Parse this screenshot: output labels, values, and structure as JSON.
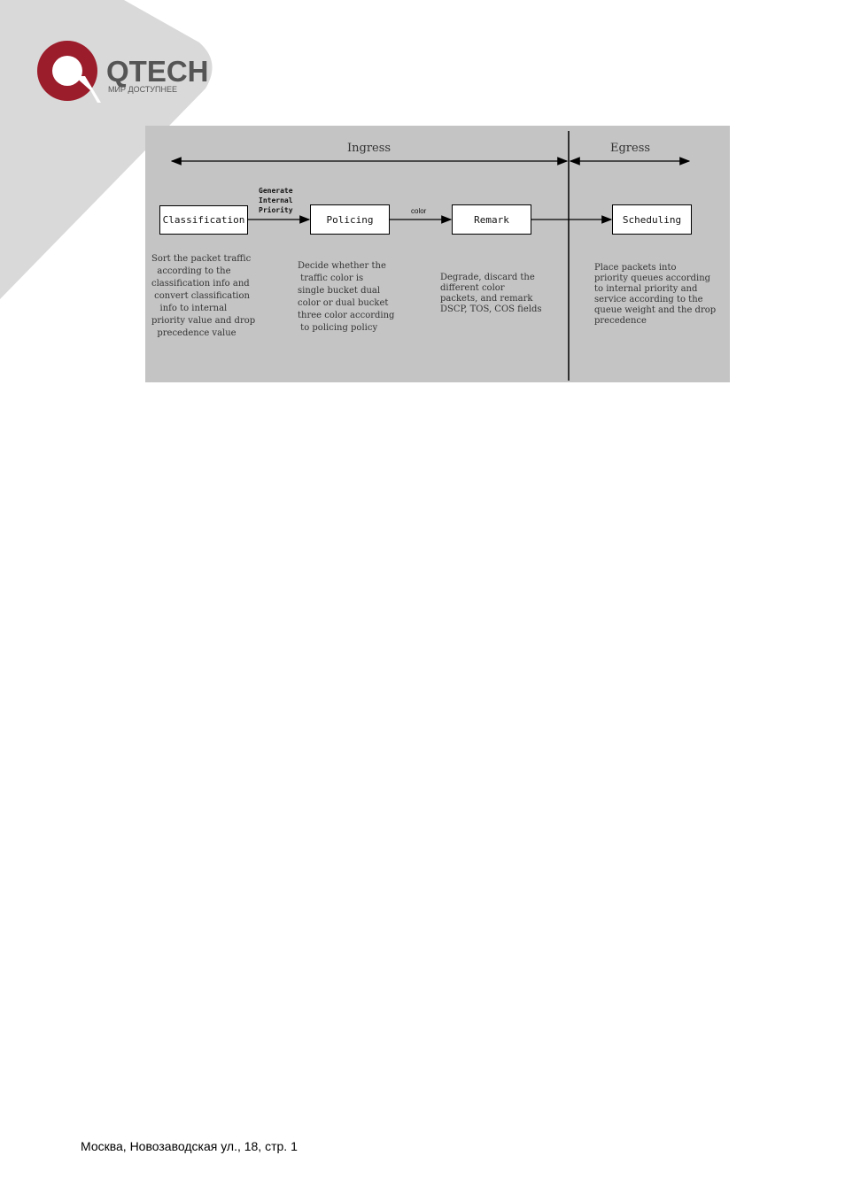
{
  "brand": {
    "name": "QTECH",
    "tagline": "МИР ДОСТУПНЕЕ",
    "colors": {
      "logo_red": "#9b1c2a",
      "corner_gray": "#d9d9d9",
      "text_gray": "#555555"
    }
  },
  "figure": {
    "ingress_label": "Ingress",
    "egress_label": "Egress",
    "boxes": {
      "classification": "Classification",
      "policing": "Policing",
      "remark": "Remark",
      "scheduling": "Scheduling"
    },
    "arrow_labels": {
      "generate": "Generate\nInternal\nPriority",
      "color": "color"
    },
    "descriptions": {
      "classification": "Sort the packet traffic\n  according to the\nclassification info and\n convert classification\n   info to internal\npriority value and drop\n  precedence value",
      "policing": "Decide whether the\n traffic color is\nsingle bucket dual\ncolor or dual bucket\nthree color according\n to policing policy",
      "remark": "Degrade, discard the\ndifferent color\npackets, and remark\nDSCP, TOS, COS fields",
      "scheduling": "Place packets into\npriority queues according\nto internal priority and\nservice according to the\nqueue weight and the drop\nprecedence"
    }
  },
  "footer": {
    "address": "Москва, Новозаводская ул., 18, стр. 1"
  }
}
